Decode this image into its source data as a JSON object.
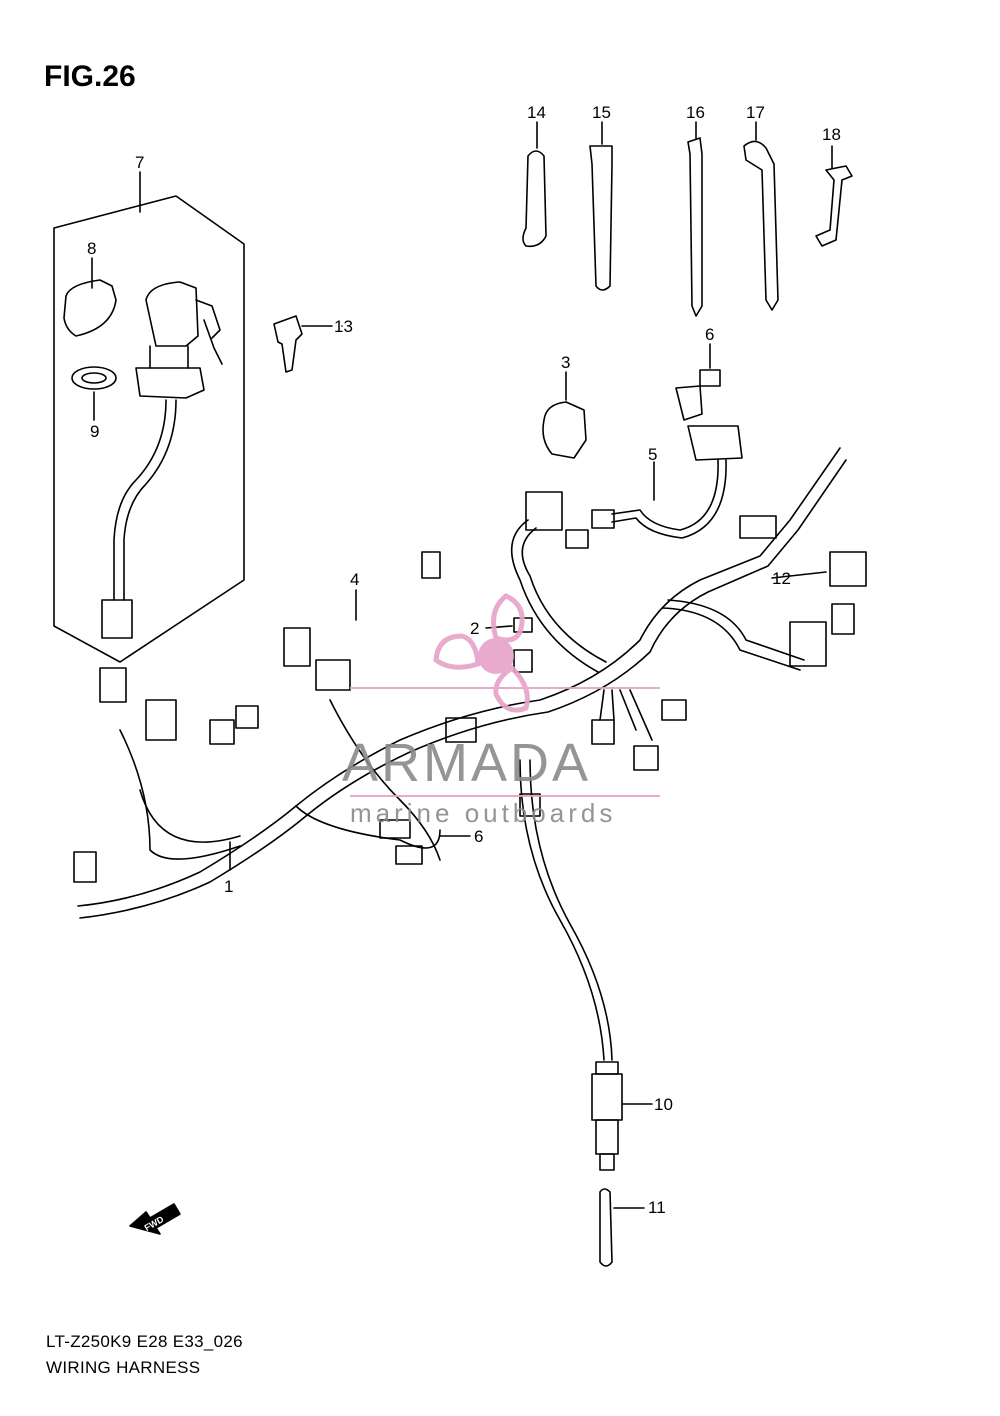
{
  "figure": {
    "title": "FIG.26",
    "model_code": "LT-Z250K9 E28 E33_026",
    "caption": "WIRING HARNESS"
  },
  "callouts": [
    {
      "id": "c1",
      "label": "1"
    },
    {
      "id": "c2",
      "label": "2"
    },
    {
      "id": "c3",
      "label": "3"
    },
    {
      "id": "c4",
      "label": "4"
    },
    {
      "id": "c5",
      "label": "5"
    },
    {
      "id": "c6a",
      "label": "6"
    },
    {
      "id": "c6b",
      "label": "6"
    },
    {
      "id": "c7",
      "label": "7"
    },
    {
      "id": "c8",
      "label": "8"
    },
    {
      "id": "c9",
      "label": "9"
    },
    {
      "id": "c10",
      "label": "10"
    },
    {
      "id": "c11",
      "label": "11"
    },
    {
      "id": "c12",
      "label": "12"
    },
    {
      "id": "c13",
      "label": "13"
    },
    {
      "id": "c14",
      "label": "14"
    },
    {
      "id": "c15",
      "label": "15"
    },
    {
      "id": "c16",
      "label": "16"
    },
    {
      "id": "c17",
      "label": "17"
    },
    {
      "id": "c18",
      "label": "18"
    }
  ],
  "fwd_arrow": {
    "label": "FWD"
  },
  "watermark": {
    "brand": "ARMADA",
    "tagline": "marine outboards",
    "color": "#e7a3c8"
  }
}
